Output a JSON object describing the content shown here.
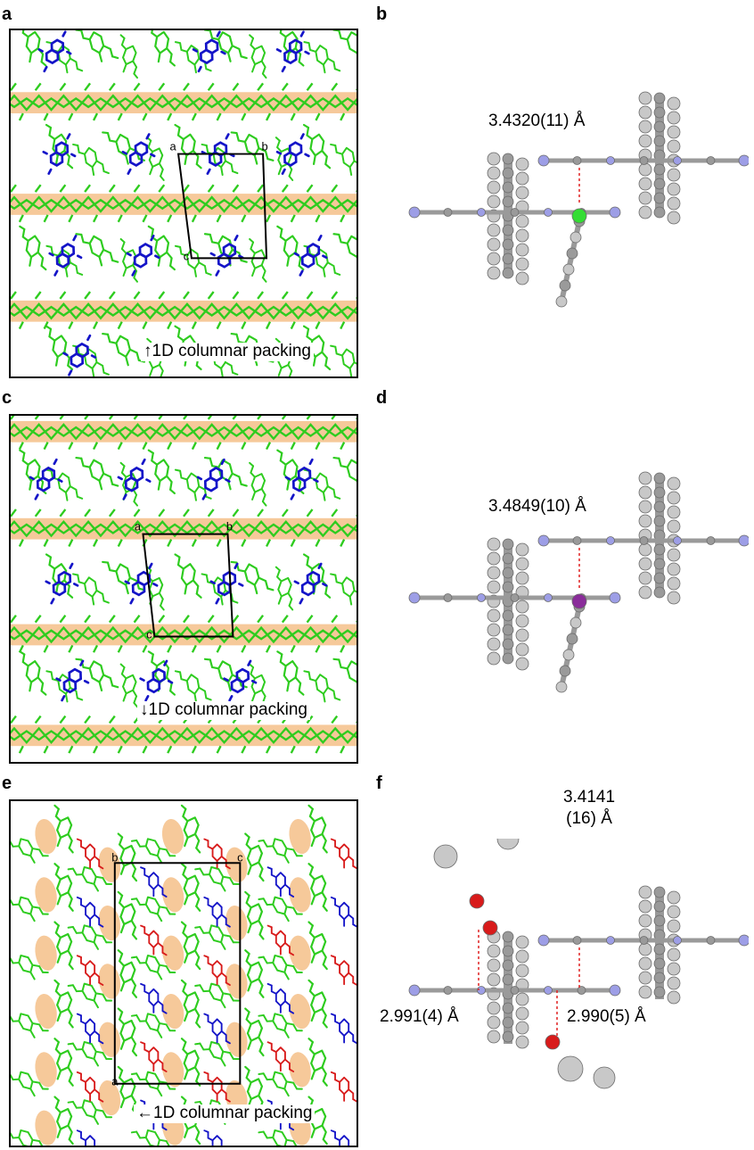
{
  "panels": {
    "a": {
      "label": "a",
      "note": "1D columnar packing",
      "arrow": "up",
      "cell": [
        "a",
        "b",
        "c"
      ]
    },
    "b": {
      "label": "b",
      "distances": [
        "3.4320(11) Å"
      ]
    },
    "c": {
      "label": "c",
      "note": "1D columnar packing",
      "arrow": "down",
      "cell": [
        "a",
        "b",
        "c"
      ]
    },
    "d": {
      "label": "d",
      "distances": [
        "3.4849(10) Å"
      ]
    },
    "e": {
      "label": "e",
      "note": "1D columnar packing",
      "arrow": "left",
      "cell": [
        "b",
        "c",
        "a"
      ]
    },
    "f": {
      "label": "f",
      "distances": [
        "3.4141",
        "(16) Å",
        "2.991(4) Å",
        "2.990(5) Å"
      ]
    }
  },
  "colors": {
    "column_band": "#f6c99a",
    "host_framework": "#2ecc1f",
    "guest": "#1414c8",
    "guest_oxygen": "#d81b1b",
    "atom_carbon": "#9a9a9a",
    "atom_hydrogen": "#c8c8c8",
    "atom_nitrogen": "#9d9ee6",
    "contact_line": "#e02020"
  }
}
